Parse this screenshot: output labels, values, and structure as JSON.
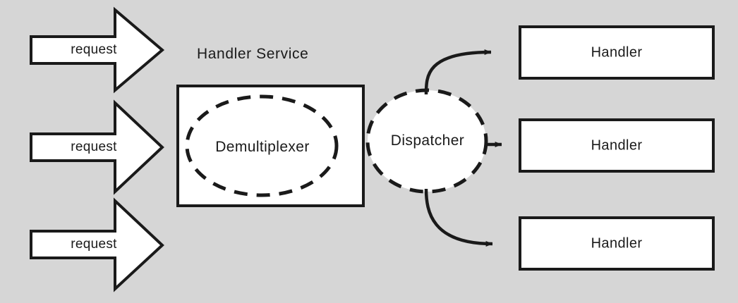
{
  "diagram": {
    "title": "Handler Service",
    "background_color": "#d6d6d6",
    "stroke_color": "#1a1a1a",
    "fill_color": "#ffffff",
    "request_arrows": [
      {
        "label": "request"
      },
      {
        "label": "request"
      },
      {
        "label": "request"
      }
    ],
    "service_box": {
      "title": "Handler Service",
      "inner_component": "Demultiplexer"
    },
    "dispatcher": {
      "label": "Dispatcher"
    },
    "handlers": [
      {
        "label": "Handler"
      },
      {
        "label": "Handler"
      },
      {
        "label": "Handler"
      }
    ],
    "connectors": [
      {
        "name": "dispatcher-to-handler-1",
        "style": "curved-arrow"
      },
      {
        "name": "dispatcher-to-handler-2",
        "style": "straight-arrow"
      },
      {
        "name": "dispatcher-to-handler-3",
        "style": "curved-arrow"
      }
    ]
  }
}
